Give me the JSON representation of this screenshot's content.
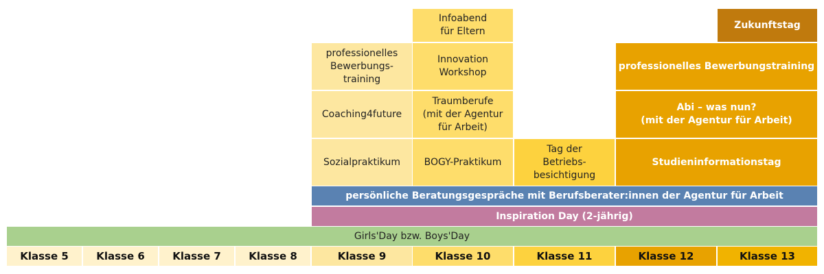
{
  "top_row": {
    "infoabend": "Infoabend\nfür Eltern",
    "zukunftstag": "Zukunftstag"
  },
  "row_bewerbung": {
    "k9": "professionelles\nBewerbungs-\ntraining",
    "k10": "Innovation\nWorkshop",
    "k12": "professionelles Bewerbungstraining"
  },
  "row_coaching": {
    "k9": "Coaching4future",
    "k10": "Traumberufe\n(mit der Agentur\nfür Arbeit)",
    "k12": "Abi – was nun?\n(mit der Agentur für Arbeit)"
  },
  "row_praktikum": {
    "k9": "Sozialpraktikum",
    "k10": "BOGY-Praktikum",
    "k11": "Tag der\nBetriebs-\nbesichtigung",
    "k12": "Studieninformationstag"
  },
  "bars": {
    "beratung": "persönliche Beratungsgespräche mit Berufsberater:innen der Agentur für Arbeit",
    "inspiration": "Inspiration Day (2-jährig)",
    "girlsday": "Girls'Day bzw. Boys'Day"
  },
  "klassen": [
    "Klasse 5",
    "Klasse 6",
    "Klasse 7",
    "Klasse 8",
    "Klasse 9",
    "Klasse 10",
    "Klasse 11",
    "Klasse 12",
    "Klasse 13"
  ],
  "colors": {
    "klasse9": "#fde7a0",
    "klasse10": "#fedd6b",
    "klasse11": "#fdd23e",
    "klasse12": "#e8a200",
    "zukunftstag": "#c07a0d",
    "beratung_bar": "#5a82b2",
    "inspiration_bar": "#c27b9f",
    "girlsday_bar": "#a9d08e"
  }
}
